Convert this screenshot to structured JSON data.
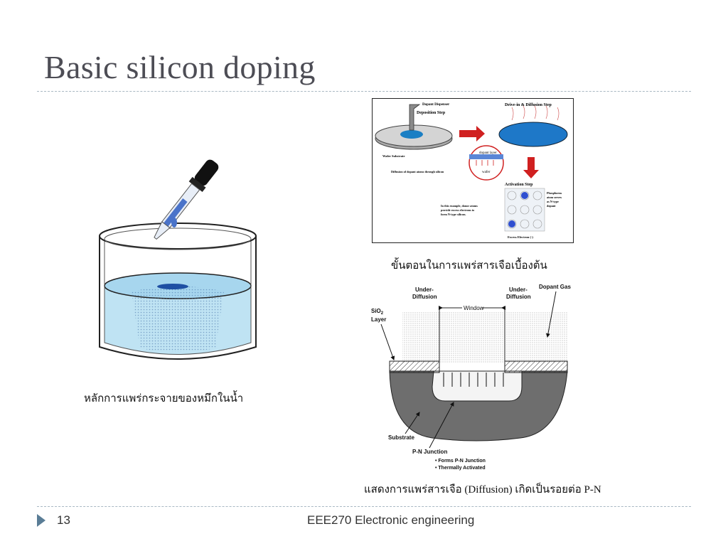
{
  "slide": {
    "title": "Basic silicon doping",
    "page_number": "13",
    "footer": "EEE270 Electronic engineering"
  },
  "left_figure": {
    "caption": "หลักการแพร่กระจายของหมึกในน้ำ"
  },
  "top_right_figure": {
    "caption": "ขั้นตอนในการแพร่สารเจือเบื้องต้น",
    "labels": {
      "dispenser": "Dopant Dispenser",
      "deposition": "Deposition Step",
      "drive_in": "Drive-in & Diffusion Step",
      "wafer_substrate": "Wafer Substrate",
      "dopant_layer": "dopant layer",
      "wafer": "wafer",
      "diffusion_note": "Diffusion of dopant atoms through silicon",
      "activation": "Activation Step",
      "example_note_1": "In this example, donor atoms",
      "example_note_2": "provide excess electrons to",
      "example_note_3": "form N-type silicon.",
      "phos_1": "Phosphorus",
      "phos_2": "atom serves",
      "phos_3": "as N-type",
      "phos_4": "dopant",
      "excess": "Excess Electron (-)"
    }
  },
  "bottom_right_figure": {
    "caption": "แสดงการแพร่สารเจือ (Diffusion) เกิดเป็นรอยต่อ P-N",
    "labels": {
      "under_left_1": "Under-",
      "under_left_2": "Diffusion",
      "under_right_1": "Under-",
      "under_right_2": "Diffusion",
      "window": "Window",
      "dopant_gas": "Dopant Gas",
      "sio2_a": "SiO",
      "sio2_sub": "2",
      "sio2_b": "Layer",
      "substrate": "Substrate",
      "pn": "P-N Junction",
      "bullet1": "• Forms P-N Junction",
      "bullet2": "• Thermally Activated"
    }
  }
}
